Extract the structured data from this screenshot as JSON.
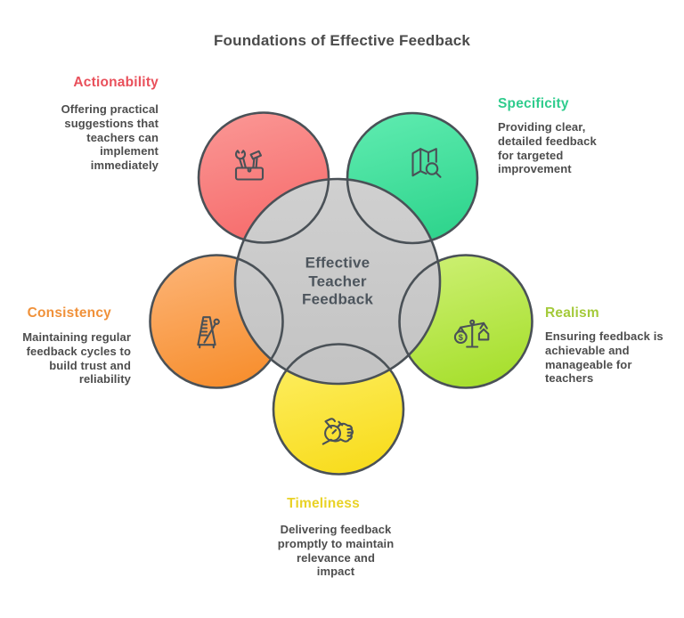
{
  "title": "Foundations of Effective Feedback",
  "center": {
    "label": [
      "Effective",
      "Teacher",
      "Feedback"
    ],
    "colors": {
      "top": "#d0d0d0",
      "bottom": "#c3c3c3"
    }
  },
  "stroke_color": "#4a5157",
  "nodes": [
    {
      "id": "actionability",
      "label": "Actionability",
      "label_color": "#e9505b",
      "description": [
        "Offering practical",
        "suggestions that",
        "teachers can",
        "implement",
        "immediately"
      ],
      "icon": "toolbox-icon",
      "colors": {
        "top": "#fa9492",
        "bottom": "#f66a6a"
      }
    },
    {
      "id": "specificity",
      "label": "Specificity",
      "label_color": "#2fcc8d",
      "description": [
        "Providing clear,",
        "detailed feedback",
        "for targeted",
        "improvement"
      ],
      "icon": "map-search-icon",
      "colors": {
        "top": "#5ceaae",
        "bottom": "#2ed48c"
      }
    },
    {
      "id": "consistency",
      "label": "Consistency",
      "label_color": "#f0913a",
      "description": [
        "Maintaining regular",
        "feedback cycles to",
        "build trust and",
        "reliability"
      ],
      "icon": "metronome-icon",
      "colors": {
        "top": "#fcb273",
        "bottom": "#f78e2d"
      }
    },
    {
      "id": "realism",
      "label": "Realism",
      "label_color": "#a4ca3a",
      "description": [
        "Ensuring feedback is",
        "achievable and",
        "manageable for",
        "teachers"
      ],
      "icon": "balance-scale-icon",
      "icon_glyph": "$",
      "colors": {
        "top": "#cbef70",
        "bottom": "#a6df2c"
      }
    },
    {
      "id": "timeliness",
      "label": "Timeliness",
      "label_color": "#e9d226",
      "description": [
        "Delivering feedback",
        "promptly to maintain",
        "relevance and",
        "impact"
      ],
      "icon": "stopwatch-hand-icon",
      "colors": {
        "top": "#fdee62",
        "bottom": "#f8dc1c"
      }
    }
  ]
}
